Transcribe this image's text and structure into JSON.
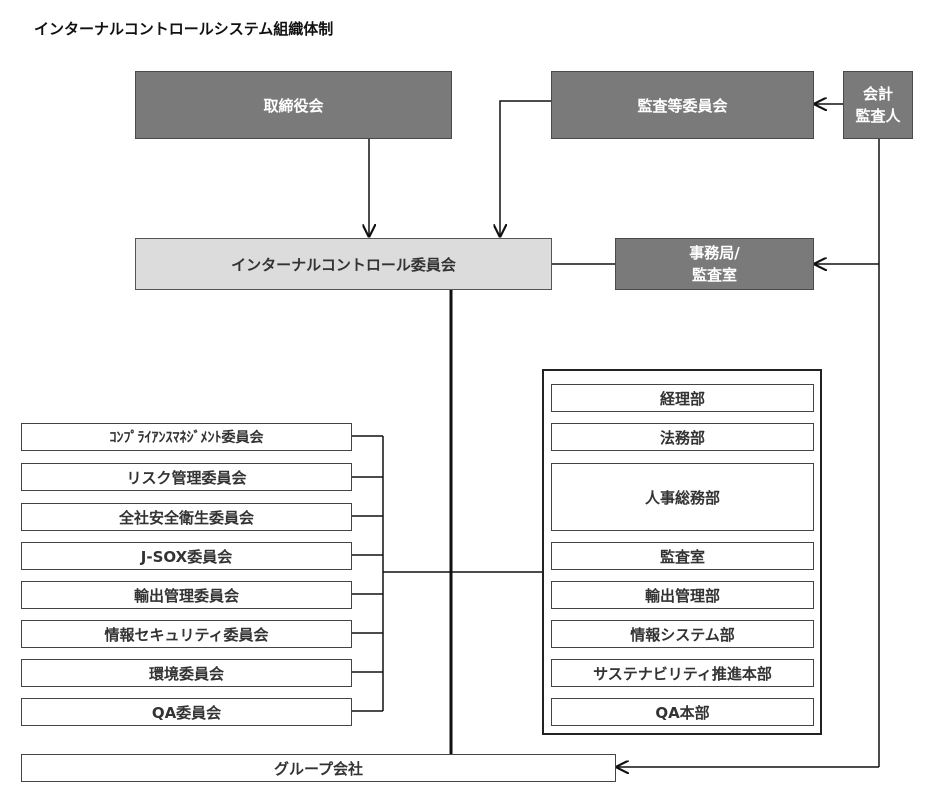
{
  "title": "インターナルコントロールシステム組織体制",
  "boxes": {
    "board": "取締役会",
    "audit_committee": "監査等委員会",
    "accounting_auditor_line1": "会計",
    "accounting_auditor_line2": "監査人",
    "ic_committee": "インターナルコントロール委員会",
    "secretariat_line1": "事務局/",
    "secretariat_line2": "監査室",
    "group_companies": "グループ会社"
  },
  "committees": [
    "ｺﾝﾌﾟﾗｲｱﾝｽﾏﾈｼﾞﾒﾝﾄ委員会",
    "リスク管理委員会",
    "全社安全衛生委員会",
    "J-SOX委員会",
    "輸出管理委員会",
    "情報セキュリティ委員会",
    "環境委員会",
    "QA委員会"
  ],
  "departments": [
    "経理部",
    "法務部",
    "人事総務部",
    "監査室",
    "輸出管理部",
    "情報システム部",
    "サステナビリティ推進本部",
    "QA本部"
  ]
}
